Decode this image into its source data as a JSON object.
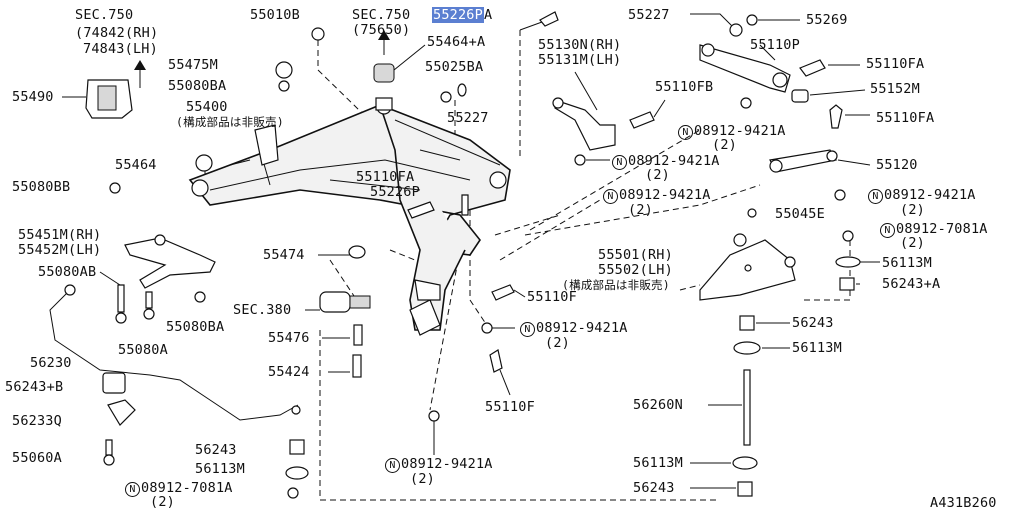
{
  "diagram_id": "A431B260",
  "labels": {
    "sec750_top_left": "SEC.750",
    "l74842": "(74842(RH)",
    "l74843": "74843(LH)",
    "l55010b": "55010B",
    "sec750_mid": "SEC.750",
    "l75650": "(75650)",
    "l55226pa": "55226P",
    "l55226pa_suffix": "A",
    "l55227_top": "55227",
    "l55269": "55269",
    "l55464a": "55464+A",
    "l55130n": "55130N(RH)",
    "l55131m": "55131M(LH)",
    "l55110p": "55110P",
    "l55475m": "55475M",
    "l55025ba": "55025BA",
    "l55110fa_1": "55110FA",
    "l55490": "55490",
    "l55080ba_1": "55080BA",
    "l55110fb": "55110FB",
    "l55152m": "55152M",
    "l55400": "55400",
    "l55400_note": "(構成部品は非販売)",
    "l55227_mid": "55227",
    "l55110fa_2": "55110FA",
    "n_08912_9421a_1": "08912-9421A",
    "qty_1": "(2)",
    "l55464": "55464",
    "n_08912_9421a_2": "08912-9421A",
    "qty_2": "(2)",
    "l55120": "55120",
    "l55110fa_3": "55110FA",
    "l55080bb": "55080BB",
    "l55226p": "55226P",
    "n_08912_9421a_3": "08912-9421A",
    "qty_3": "(2)",
    "n_08912_9421a_4": "08912-9421A",
    "qty_4": "(2)",
    "l55045e": "55045E",
    "l55451m": "55451M(RH)",
    "l55452m": "55452M(LH)",
    "n_08912_7081a_1": "08912-7081A",
    "qty_5": "(2)",
    "l55474": "55474",
    "l55501": "55501(RH)",
    "l55502": "55502(LH)",
    "l55502_note": "(構成部品は非販売)",
    "l56113m_1": "56113M",
    "l55080ab": "55080AB",
    "l56243a": "56243+A",
    "l55110f_1": "55110F",
    "sec380": "SEC.380",
    "l55080ba_2": "55080BA",
    "l56243_1": "56243",
    "n_08912_9421a_5": "08912-9421A",
    "qty_6": "(2)",
    "l55476": "55476",
    "l56113m_2": "56113M",
    "l56230": "56230",
    "l55080a": "55080A",
    "l55424": "55424",
    "l56243b": "56243+B",
    "l55110f_2": "55110F",
    "l56260n": "56260N",
    "l56233q": "56233Q",
    "l55060a": "55060A",
    "l56243_2": "56243",
    "l56113m_3": "56113M",
    "n_08912_9421a_6": "08912-9421A",
    "qty_7": "(2)",
    "l56113m_4": "56113M",
    "n_08912_7081a_2": "08912-7081A",
    "qty_8": "(2)",
    "l56243_3": "56243",
    "n_symbol": "N"
  }
}
